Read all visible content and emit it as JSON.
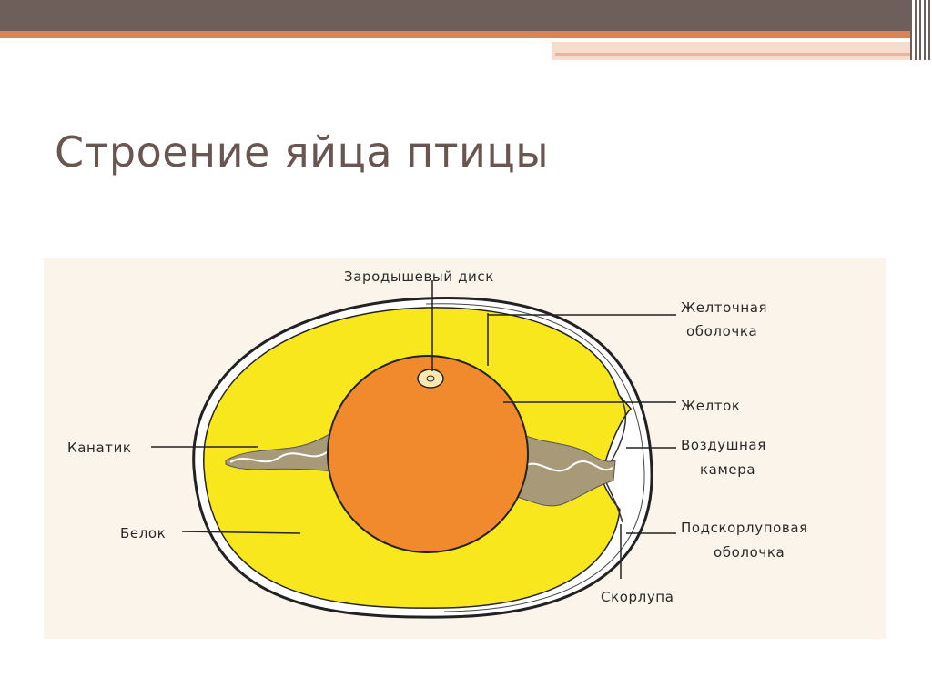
{
  "slide": {
    "title": "Строение яйца птицы"
  },
  "diagram": {
    "labels": {
      "germinal_disc": "Зародышевый диск",
      "vitelline_membrane": [
        "Желточная",
        "оболочка"
      ],
      "yolk": "Желток",
      "air_cell": [
        "Воздушная",
        "камера"
      ],
      "shell_membrane": [
        "Подскорлуповая",
        "оболочка"
      ],
      "shell": "Скорлупа",
      "chalaza": "Канатик",
      "albumen": "Белок"
    },
    "colors": {
      "background": "#fbf4ea",
      "albumen": "#f8e71c",
      "yolk": "#f08a2c",
      "outline": "#222222",
      "chalaza": "#a89a78"
    }
  }
}
